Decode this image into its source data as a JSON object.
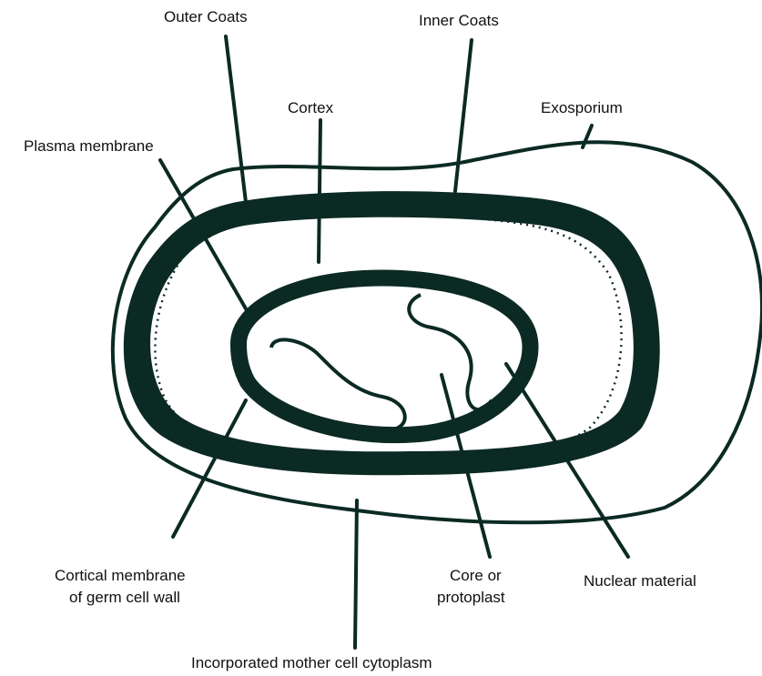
{
  "labels": {
    "outer_coats": "Outer Coats",
    "inner_coats": "Inner Coats",
    "cortex": "Cortex",
    "exosporium": "Exosporium",
    "plasma_membrane": "Plasma membrane",
    "cortical_membrane_line1": "Cortical membrane",
    "cortical_membrane_line2": "of germ cell wall",
    "core_line1": "Core or",
    "core_line2": "protoplast",
    "nuclear_material": "Nuclear material",
    "mother_cytoplasm": "Incorporated mother cell cytoplasm"
  },
  "colors": {
    "ink": "#0b2a24",
    "background": "#ffffff"
  }
}
